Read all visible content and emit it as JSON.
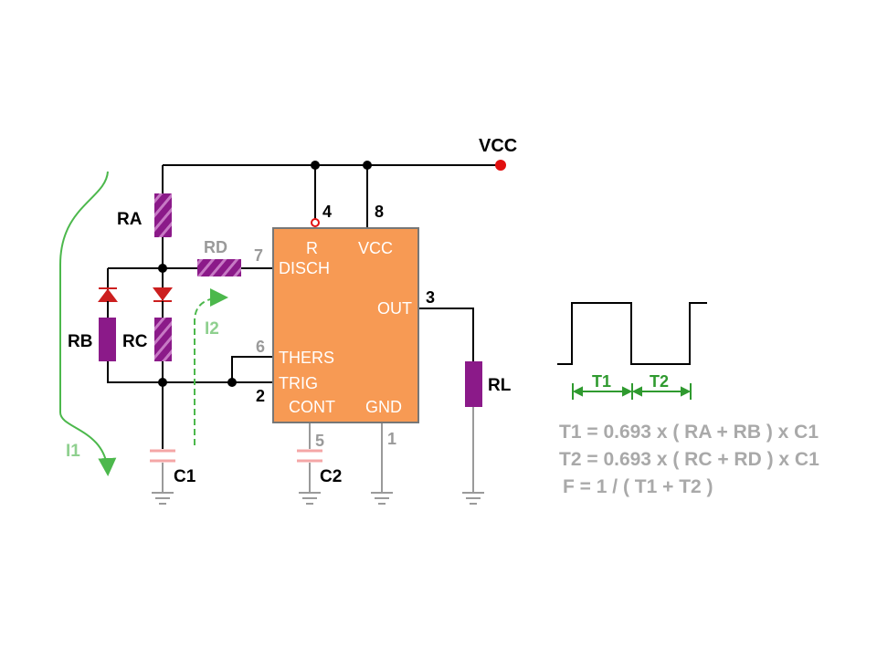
{
  "supply": {
    "label": "VCC"
  },
  "ic": {
    "pins": {
      "r": "R",
      "vcc": "VCC",
      "disch": "DISCH",
      "out": "OUT",
      "thres": "THERS",
      "trig": "TRIG",
      "cont": "CONT",
      "gnd": "GND"
    },
    "pin_numbers": {
      "p4": "4",
      "p8": "8",
      "p7": "7",
      "p3": "3",
      "p6": "6",
      "p2": "2",
      "p5": "5",
      "p1": "1"
    }
  },
  "components": {
    "ra": "RA",
    "rb": "RB",
    "rc": "RC",
    "rd": "RD",
    "rl": "RL",
    "c1": "C1",
    "c2": "C2"
  },
  "currents": {
    "i1": "I1",
    "i2": "I2"
  },
  "waveform": {
    "t1": "T1",
    "t2": "T2"
  },
  "equations": {
    "eq1": "T1 = 0.693 x ( RA + RB ) x C1",
    "eq2": "T2 = 0.693 x ( RC + RD ) x C1",
    "eq3": "F = 1 / ( T1 + T2 )"
  },
  "colors": {
    "ic_fill": "#f79a54",
    "resistor": "#8b1a89",
    "diode": "#cc1f1f",
    "current_arrow": "#4cb84c",
    "capacitor": "#f4a6a6",
    "vcc_dot": "#e11010"
  }
}
